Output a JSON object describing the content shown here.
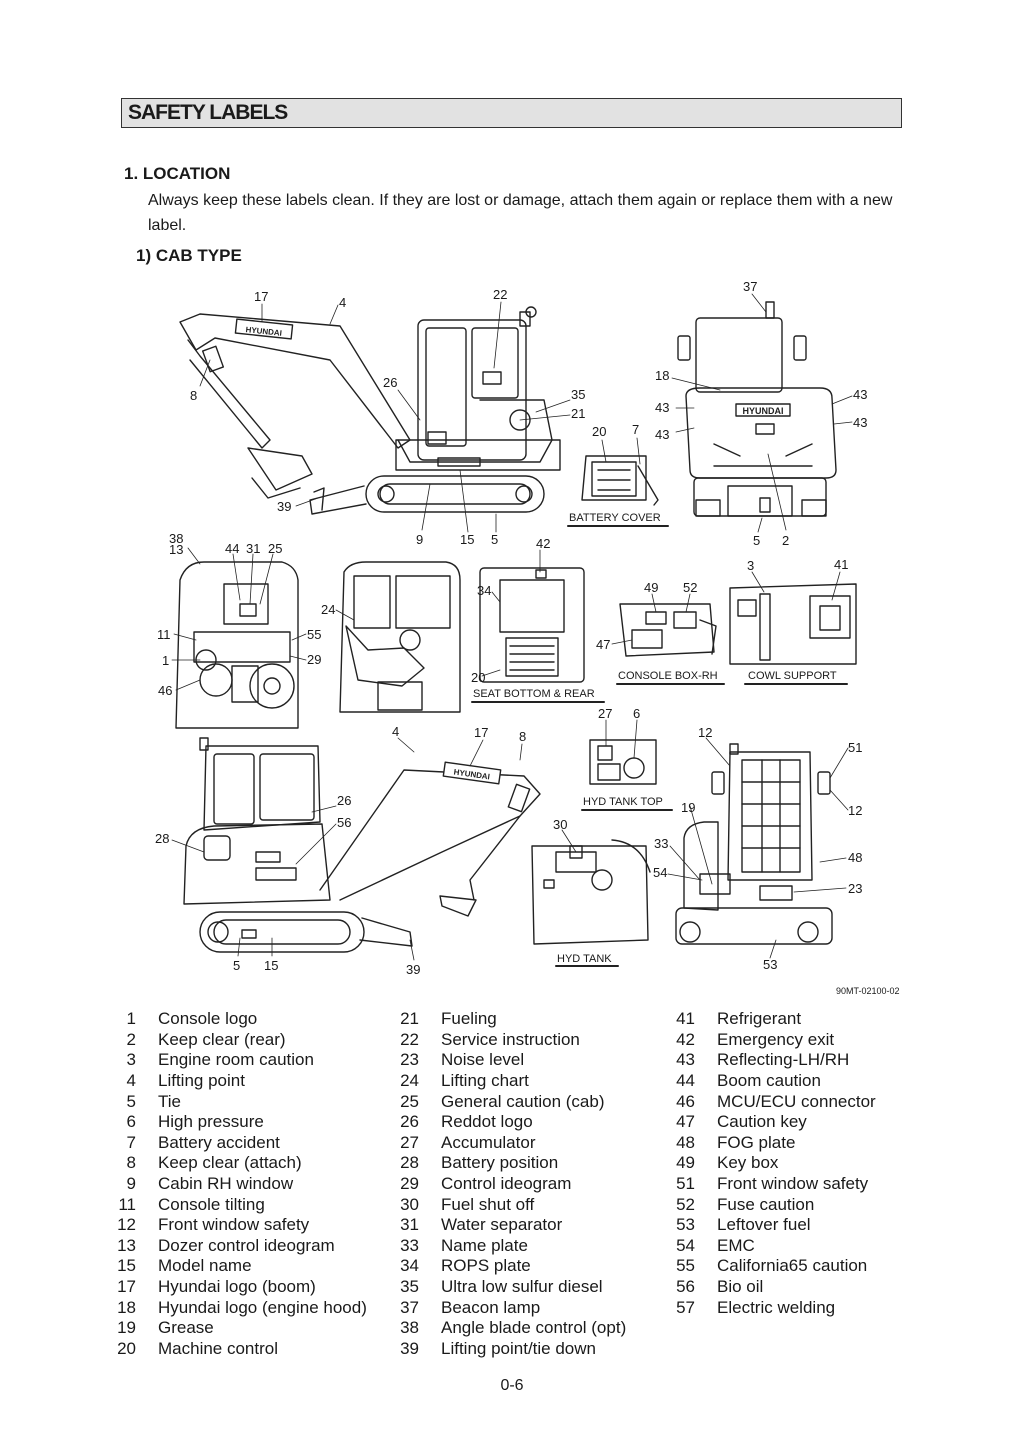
{
  "header": {
    "title": "SAFETY LABELS"
  },
  "section": {
    "heading": "1.  LOCATION",
    "intro": "Always keep these labels clean.  If they are lost or damage, attach them again or replace them with a new label.",
    "subheading": "1)  CAB TYPE"
  },
  "figure": {
    "captions": {
      "battery_cover": "BATTERY COVER",
      "seat_bottom_rear": "SEAT BOTTOM & REAR",
      "console_box_rh": "CONSOLE BOX-RH",
      "cowl_support": "COWL SUPPORT",
      "hyd_tank_top": "HYD TANK TOP",
      "hyd_tank": "HYD TANK"
    },
    "reference": "90MT-02100-02",
    "brand_text": "HYUNDAI",
    "callouts": {
      "c17a": "17",
      "c4a": "4",
      "c22": "22",
      "c37": "37",
      "c8a": "8",
      "c26a": "26",
      "c35": "35",
      "c21": "21",
      "c18": "18",
      "c43a": "43",
      "c43b": "43",
      "c43c": "43",
      "c43d": "43",
      "c20a": "20",
      "c7": "7",
      "c39a": "39",
      "c9": "9",
      "c15a": "15",
      "c5a": "5",
      "c5b": "5",
      "c2": "2",
      "c38": "38",
      "c13": "13",
      "c44": "44",
      "c31": "31",
      "c25": "25",
      "c11": "11",
      "c55": "55",
      "c1": "1",
      "c29": "29",
      "c46": "46",
      "c24": "24",
      "c42": "42",
      "c34": "34",
      "c20b": "20",
      "c49": "49",
      "c52": "52",
      "c47": "47",
      "c3": "3",
      "c41": "41",
      "c27": "27",
      "c6": "6",
      "c4b": "4",
      "c17b": "17",
      "c8b": "8",
      "c12a": "12",
      "c51": "51",
      "c12b": "12",
      "c19": "19",
      "c26b": "26",
      "c56": "56",
      "c28": "28",
      "c30": "30",
      "c33": "33",
      "c54": "54",
      "c48": "48",
      "c23": "23",
      "c5c": "5",
      "c15b": "15",
      "c39b": "39",
      "c53": "53"
    }
  },
  "legend": {
    "col1": [
      {
        "num": "1",
        "label": "Console logo"
      },
      {
        "num": "2",
        "label": "Keep clear (rear)"
      },
      {
        "num": "3",
        "label": "Engine room caution"
      },
      {
        "num": "4",
        "label": "Lifting point"
      },
      {
        "num": "5",
        "label": "Tie"
      },
      {
        "num": "6",
        "label": "High pressure"
      },
      {
        "num": "7",
        "label": "Battery accident"
      },
      {
        "num": "8",
        "label": "Keep clear (attach)"
      },
      {
        "num": "9",
        "label": "Cabin RH window"
      },
      {
        "num": "11",
        "label": "Console tilting"
      },
      {
        "num": "12",
        "label": "Front window safety"
      },
      {
        "num": "13",
        "label": "Dozer control ideogram"
      },
      {
        "num": "15",
        "label": "Model name"
      },
      {
        "num": "17",
        "label": "Hyundai logo (boom)"
      },
      {
        "num": "18",
        "label": "Hyundai logo (engine hood)"
      },
      {
        "num": "19",
        "label": "Grease"
      },
      {
        "num": "20",
        "label": "Machine control"
      }
    ],
    "col2": [
      {
        "num": "21",
        "label": "Fueling"
      },
      {
        "num": "22",
        "label": "Service instruction"
      },
      {
        "num": "23",
        "label": "Noise level"
      },
      {
        "num": "24",
        "label": "Lifting chart"
      },
      {
        "num": "25",
        "label": "General caution (cab)"
      },
      {
        "num": "26",
        "label": "Reddot logo"
      },
      {
        "num": "27",
        "label": "Accumulator"
      },
      {
        "num": "28",
        "label": "Battery position"
      },
      {
        "num": "29",
        "label": "Control ideogram"
      },
      {
        "num": "30",
        "label": "Fuel shut off"
      },
      {
        "num": "31",
        "label": "Water separator"
      },
      {
        "num": "33",
        "label": "Name plate"
      },
      {
        "num": "34",
        "label": "ROPS plate"
      },
      {
        "num": "35",
        "label": "Ultra low sulfur diesel"
      },
      {
        "num": "37",
        "label": "Beacon lamp"
      },
      {
        "num": "38",
        "label": "Angle blade control (opt)"
      },
      {
        "num": "39",
        "label": "Lifting point/tie down"
      }
    ],
    "col3": [
      {
        "num": "41",
        "label": "Refrigerant"
      },
      {
        "num": "42",
        "label": "Emergency exit"
      },
      {
        "num": "43",
        "label": "Reflecting-LH/RH"
      },
      {
        "num": "44",
        "label": "Boom caution"
      },
      {
        "num": "46",
        "label": "MCU/ECU connector"
      },
      {
        "num": "47",
        "label": "Caution key"
      },
      {
        "num": "48",
        "label": "FOG plate"
      },
      {
        "num": "49",
        "label": "Key box"
      },
      {
        "num": "51",
        "label": "Front window safety"
      },
      {
        "num": "52",
        "label": "Fuse caution"
      },
      {
        "num": "53",
        "label": "Leftover fuel"
      },
      {
        "num": "54",
        "label": "EMC"
      },
      {
        "num": "55",
        "label": "California65 caution"
      },
      {
        "num": "56",
        "label": "Bio oil"
      },
      {
        "num": "57",
        "label": "Electric welding"
      }
    ]
  },
  "page": {
    "number": "0-6"
  }
}
